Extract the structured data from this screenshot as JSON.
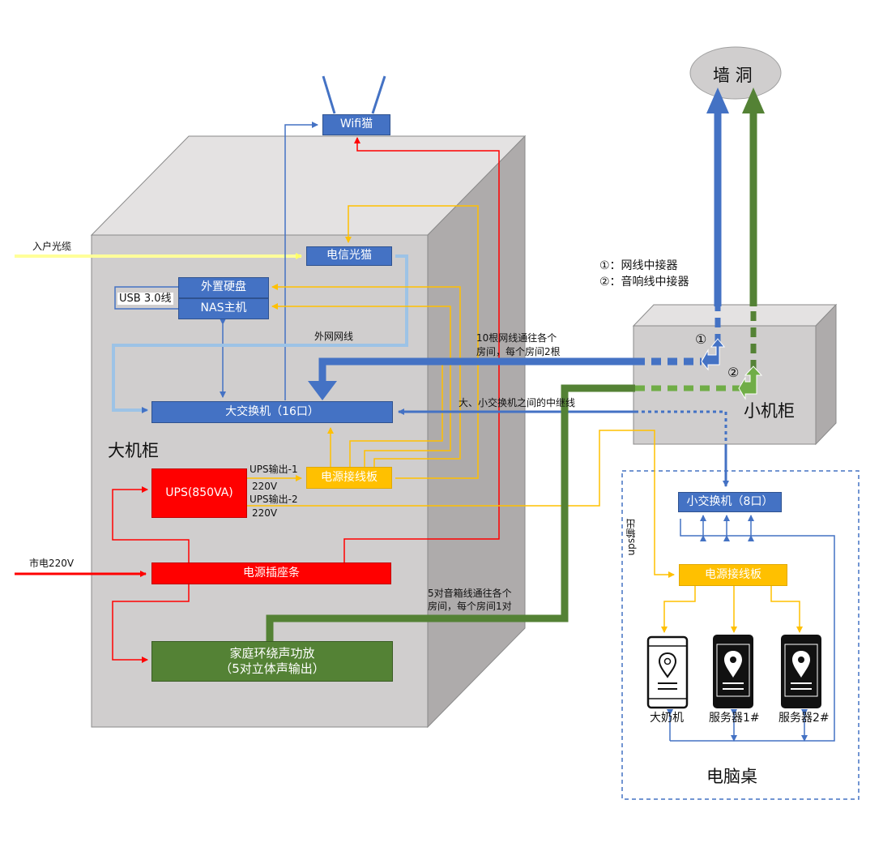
{
  "colors": {
    "cabinet_front": "#d0cece",
    "cabinet_top": "#e4e2e2",
    "cabinet_side": "#aeabab",
    "network_blue": "#4472c4",
    "light_blue": "#9dc3e6",
    "power_red": "#ff0000",
    "power_yellow": "#ffc000",
    "audio_green": "#548235",
    "fiber_yellow": "#ffff99"
  },
  "cabinets": {
    "big_label": "大机柜",
    "small_label": "小机柜",
    "desk_label": "电脑桌",
    "wall_hole": "墙 洞"
  },
  "devices": {
    "wifi_modem": "Wifi猫",
    "optical_modem": "电信光猫",
    "external_disk": "外置硬盘",
    "nas_host": "NAS主机",
    "big_switch": "大交换机（16口）",
    "ups": "UPS(850VA)",
    "power_board_big": "电源接线板",
    "power_strip": "电源插座条",
    "amplifier_line1": "家庭环绕声功放",
    "amplifier_line2": "（5对立体声输出）",
    "small_switch": "小交换机（8口）",
    "power_board_desk": "电源接线板"
  },
  "labels": {
    "fiber_in": "入户光缆",
    "usb": "USB 3.0线",
    "wan_cable": "外网网线",
    "mains": "市电220V",
    "ups_out1": "UPS输出-1",
    "ups_out1_v": "220V",
    "ups_out2": "UPS输出-2",
    "ups_out2_v": "220V",
    "net_to_rooms_1": "10根网线通往各个",
    "net_to_rooms_2": "房间，每个房间2根",
    "trunk": "大、小交换机之间的中继线",
    "speaker_rooms_1": "5对音箱线通往各个",
    "speaker_rooms_2": "房间，每个房间1对",
    "ups_output_vertical": "ups输出"
  },
  "legend": {
    "item1": "①：网线中接器",
    "item2": "②：音响线中接器",
    "marker1": "①",
    "marker2": "②"
  },
  "phones": [
    {
      "label": "大奶机",
      "style": "outline"
    },
    {
      "label": "服务器1#",
      "style": "filled"
    },
    {
      "label": "服务器2#",
      "style": "filled"
    }
  ]
}
